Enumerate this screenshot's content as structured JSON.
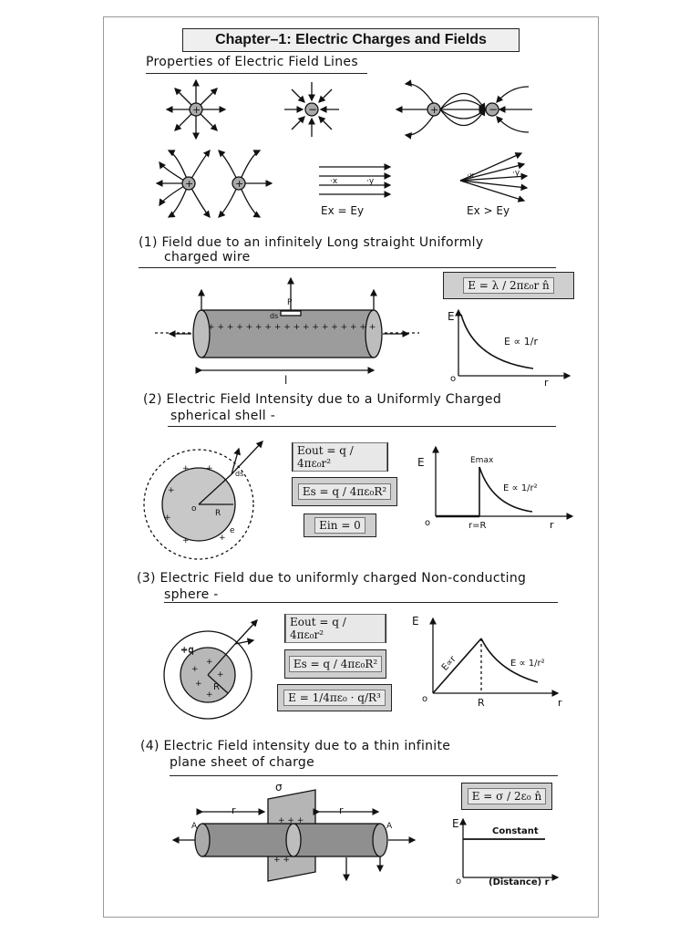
{
  "title": "Chapter–1: Electric Charges and Fields",
  "sections": {
    "s0": {
      "heading": "Properties of Electric Field Lines",
      "label_uniform": "Ex  = Ey",
      "label_nonuniform": "Ex > Ey"
    },
    "s1": {
      "heading_line1": "(1) Field due to an infinitely Long straight Uniformly",
      "heading_line2": "charged wire",
      "formula": "E = λ / 2πε₀r  n̂",
      "graph_relation": "E ∝ 1/r",
      "graph_y": "E",
      "graph_x": "r",
      "graph_origin": "o",
      "length_label": "l"
    },
    "s2": {
      "heading_line1": "(2) Electric Field Intensity due to a Uniformly Charged",
      "heading_line2": "spherical shell -",
      "formula_out": "Eout = q / 4πε₀r²",
      "formula_surface": "Es = q / 4πε₀R²",
      "formula_in": "Ein = 0",
      "graph_y": "E",
      "graph_x": "r",
      "graph_origin": "o",
      "graph_max": "Emax",
      "graph_relation": "E ∝ 1/r²",
      "graph_R": "r=R"
    },
    "s3": {
      "heading_line1": "(3) Electric Field due to uniformly charged Non-conducting",
      "heading_line2": "sphere -",
      "formula_out": "Eout = q / 4πε₀r²",
      "formula_surface": "Es = q / 4πε₀R²",
      "formula_in": "E = 1/4πε₀ · q/R³",
      "graph_y": "E",
      "graph_x": "r",
      "graph_origin": "o",
      "graph_R": "R",
      "graph_rel_in": "E∝r",
      "graph_rel_out": "E ∝ 1/r²",
      "charge_label": "+q"
    },
    "s4": {
      "heading_line1": "(4) Electric Field intensity due to a thin infinite",
      "heading_line2": "plane sheet of charge",
      "formula": "E = σ / 2ε₀  n̂",
      "graph_y": "E",
      "graph_x": "(Distance) r",
      "graph_origin": "o",
      "graph_constant": "Constant",
      "sigma": "σ",
      "r_label": "r"
    }
  }
}
